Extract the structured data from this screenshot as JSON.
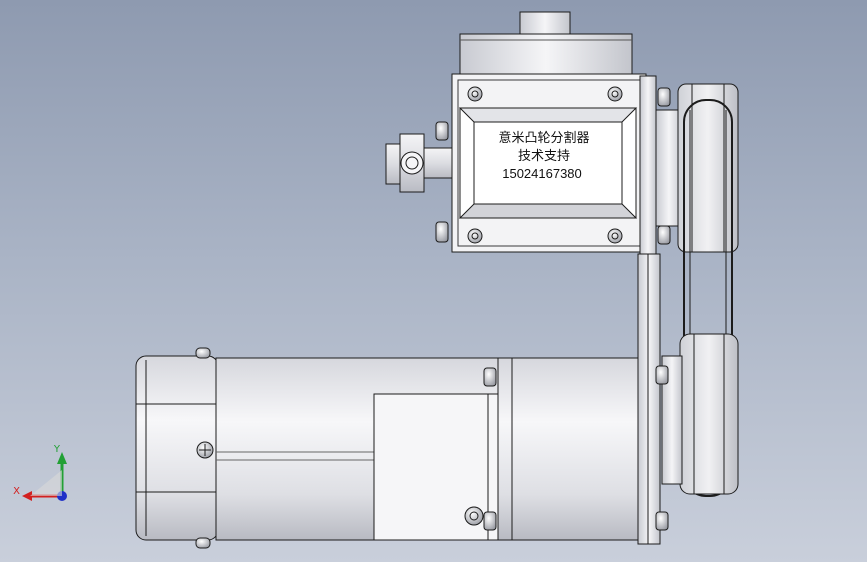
{
  "viewport": {
    "background_top": "#8e9ab0",
    "background_bottom": "#c9cfdb"
  },
  "label_plate": {
    "line1": "意米凸轮分割器",
    "line2": "技术支持",
    "line3": "15024167380"
  },
  "triad": {
    "x_label": "X",
    "y_label": "Y",
    "x_color": "#d22020",
    "y_color": "#22a035",
    "z_color": "#2030c8"
  }
}
